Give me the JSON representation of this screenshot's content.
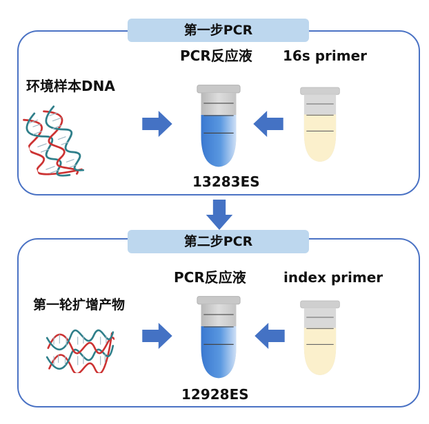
{
  "colors": {
    "panel_border": "#4a72c4",
    "header_fill": "#bdd7ee",
    "arrow": "#4472c4",
    "reagent_tube": "#4f8fda",
    "primer_tube": "#fbf0cc",
    "dna_red": "#cc3333",
    "dna_teal": "#2f7f8a"
  },
  "panels": [
    {
      "header": "第一步PCR",
      "sample_label": "环境样本DNA",
      "reagent_label": "PCR反应液",
      "primer_label": "16s primer",
      "product_code": "13283ES",
      "icons": [
        "dna-double-helix-icon",
        "right-arrow-icon",
        "reagent-tube-icon",
        "left-arrow-icon",
        "primer-tube-icon"
      ]
    },
    {
      "header": "第二步PCR",
      "sample_label": "第一轮扩增产物",
      "reagent_label": "PCR反应液",
      "primer_label": "index primer",
      "product_code": "12928ES",
      "icons": [
        "dna-double-helix-icon",
        "right-arrow-icon",
        "reagent-tube-icon",
        "left-arrow-icon",
        "primer-tube-icon"
      ]
    }
  ],
  "connector_icon": "down-arrow-icon"
}
